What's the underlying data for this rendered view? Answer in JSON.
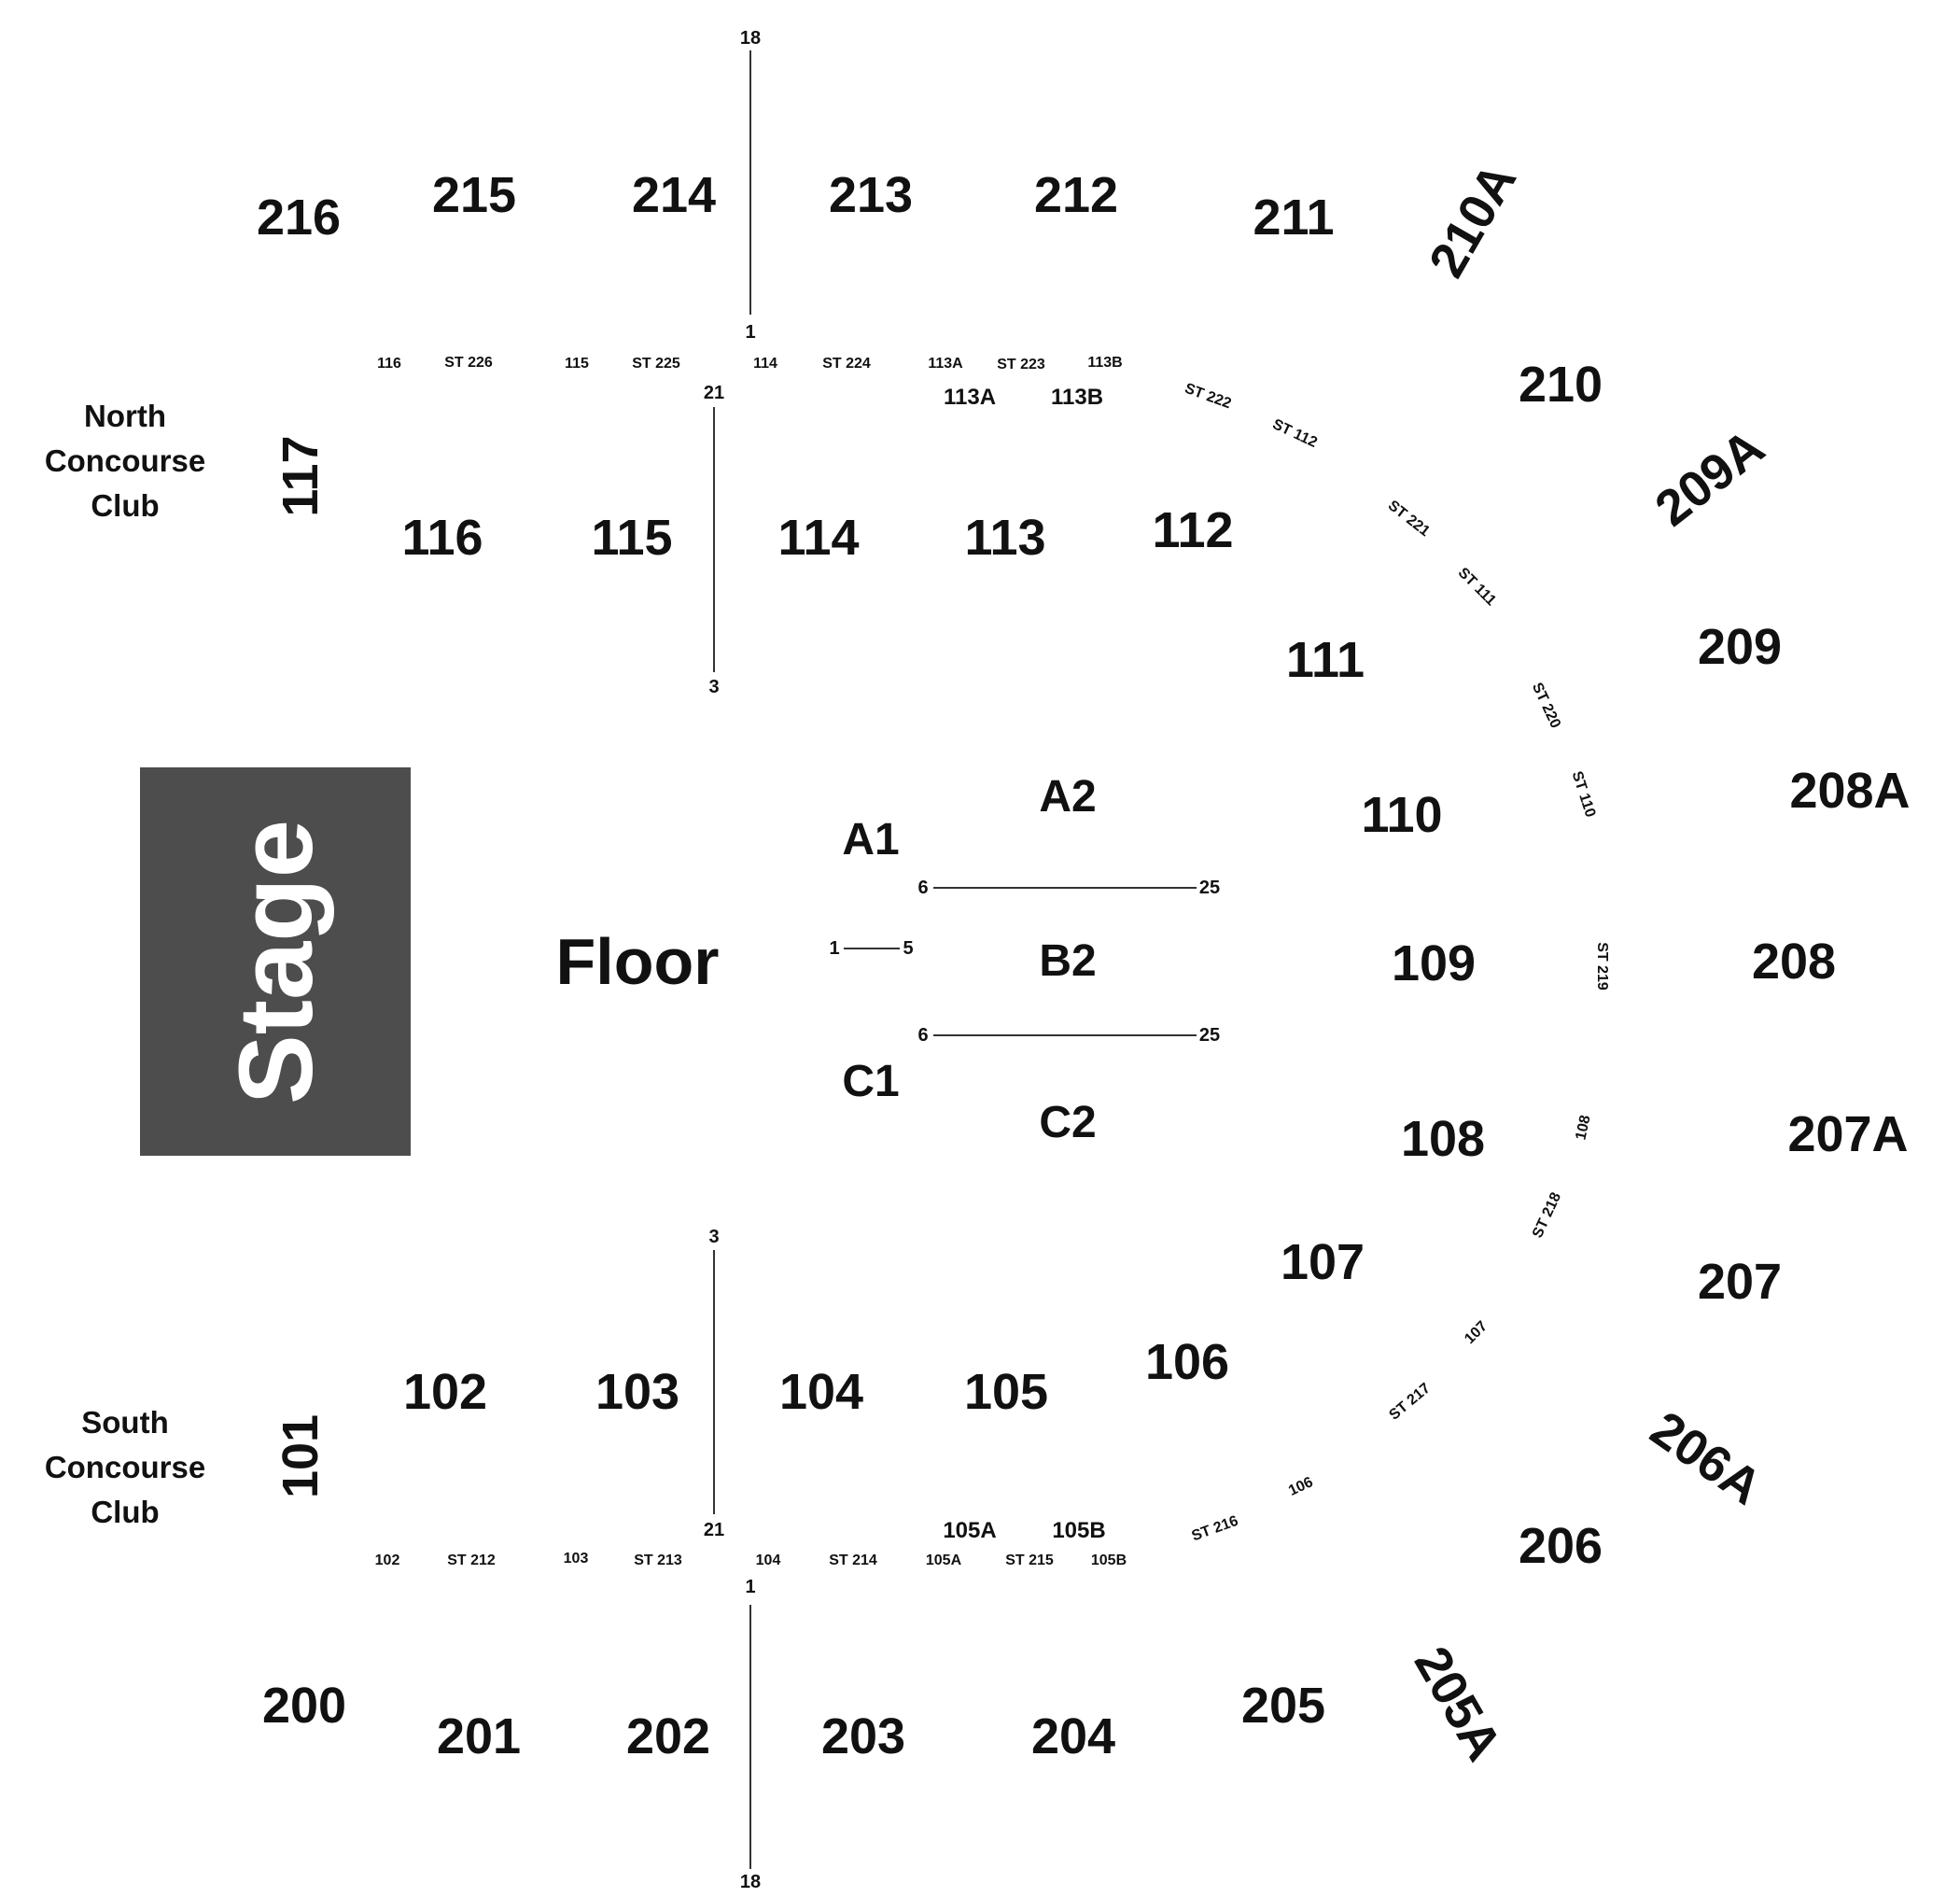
{
  "stage": {
    "label": "Stage"
  },
  "floor": {
    "label": "Floor"
  },
  "clubs": {
    "north": [
      "North",
      "Concourse",
      "Club"
    ],
    "south": [
      "South",
      "Concourse",
      "Club"
    ]
  },
  "sections_upper": [
    "216",
    "215",
    "214",
    "213",
    "212",
    "211",
    "210A",
    "210",
    "209A",
    "209",
    "208A",
    "208",
    "207A",
    "207",
    "206A",
    "206",
    "205A",
    "205",
    "204",
    "203",
    "202",
    "201",
    "200"
  ],
  "sections_lower": [
    "117",
    "116",
    "115",
    "114",
    "113",
    "112",
    "111",
    "110",
    "109",
    "108",
    "107",
    "106",
    "105",
    "104",
    "103",
    "102",
    "101"
  ],
  "floor_sections": [
    "A1",
    "A2",
    "B2",
    "C1",
    "C2"
  ],
  "sub_sections": [
    "113A",
    "113B",
    "105A",
    "105B"
  ],
  "aisle_labels": {
    "north": [
      "116",
      "ST 226",
      "115",
      "ST 225",
      "114",
      "ST 224",
      "113A",
      "ST 223",
      "113B"
    ],
    "northeast": [
      "ST 222",
      "ST 112",
      "ST 221",
      "ST 111",
      "ST 220",
      "ST 110",
      "ST 219"
    ],
    "southeast": [
      "108",
      "ST 218",
      "107",
      "ST 217",
      "106",
      "ST 216"
    ],
    "south": [
      "102",
      "ST 212",
      "103",
      "ST 213",
      "104",
      "ST 214",
      "105A",
      "ST 215",
      "105B"
    ]
  },
  "row_markers": {
    "north_upper": [
      "18",
      "1"
    ],
    "north_lower": [
      "21",
      "3"
    ],
    "floor_a": [
      "6",
      "25"
    ],
    "floor_b": [
      "1",
      "5"
    ],
    "floor_c": [
      "6",
      "25"
    ],
    "south_lower": [
      "3",
      "21"
    ],
    "south_upper": [
      "1",
      "18"
    ]
  }
}
